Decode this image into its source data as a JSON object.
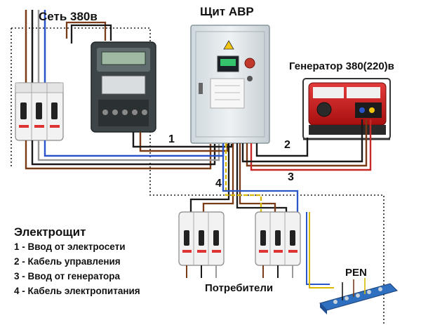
{
  "titles": {
    "grid": "Сеть 380в",
    "panel": "Щит АВР",
    "generator": "Генератор 380(220)в",
    "consumers": "Потребители",
    "pen": "PEN"
  },
  "cable_numbers": [
    "1",
    "2",
    "3",
    "4"
  ],
  "legend": {
    "title": "Электрощит",
    "items": [
      "1 - Ввод от электросети",
      "2 - Кабель управления",
      "3 - Ввод от генератора",
      "4 - Кабель электропитания"
    ]
  },
  "colors": {
    "background": "#ffffff",
    "cabinet": "#dfe6ea",
    "generator_body": "#d11f1f",
    "pen_bus": "#2f6fc0",
    "wire_brown": "#7a3b17",
    "wire_yellow": "#d9b800",
    "wire_blue": "#2a55c9",
    "wire_red": "#c62828",
    "wire_black": "#1a1a1a"
  }
}
